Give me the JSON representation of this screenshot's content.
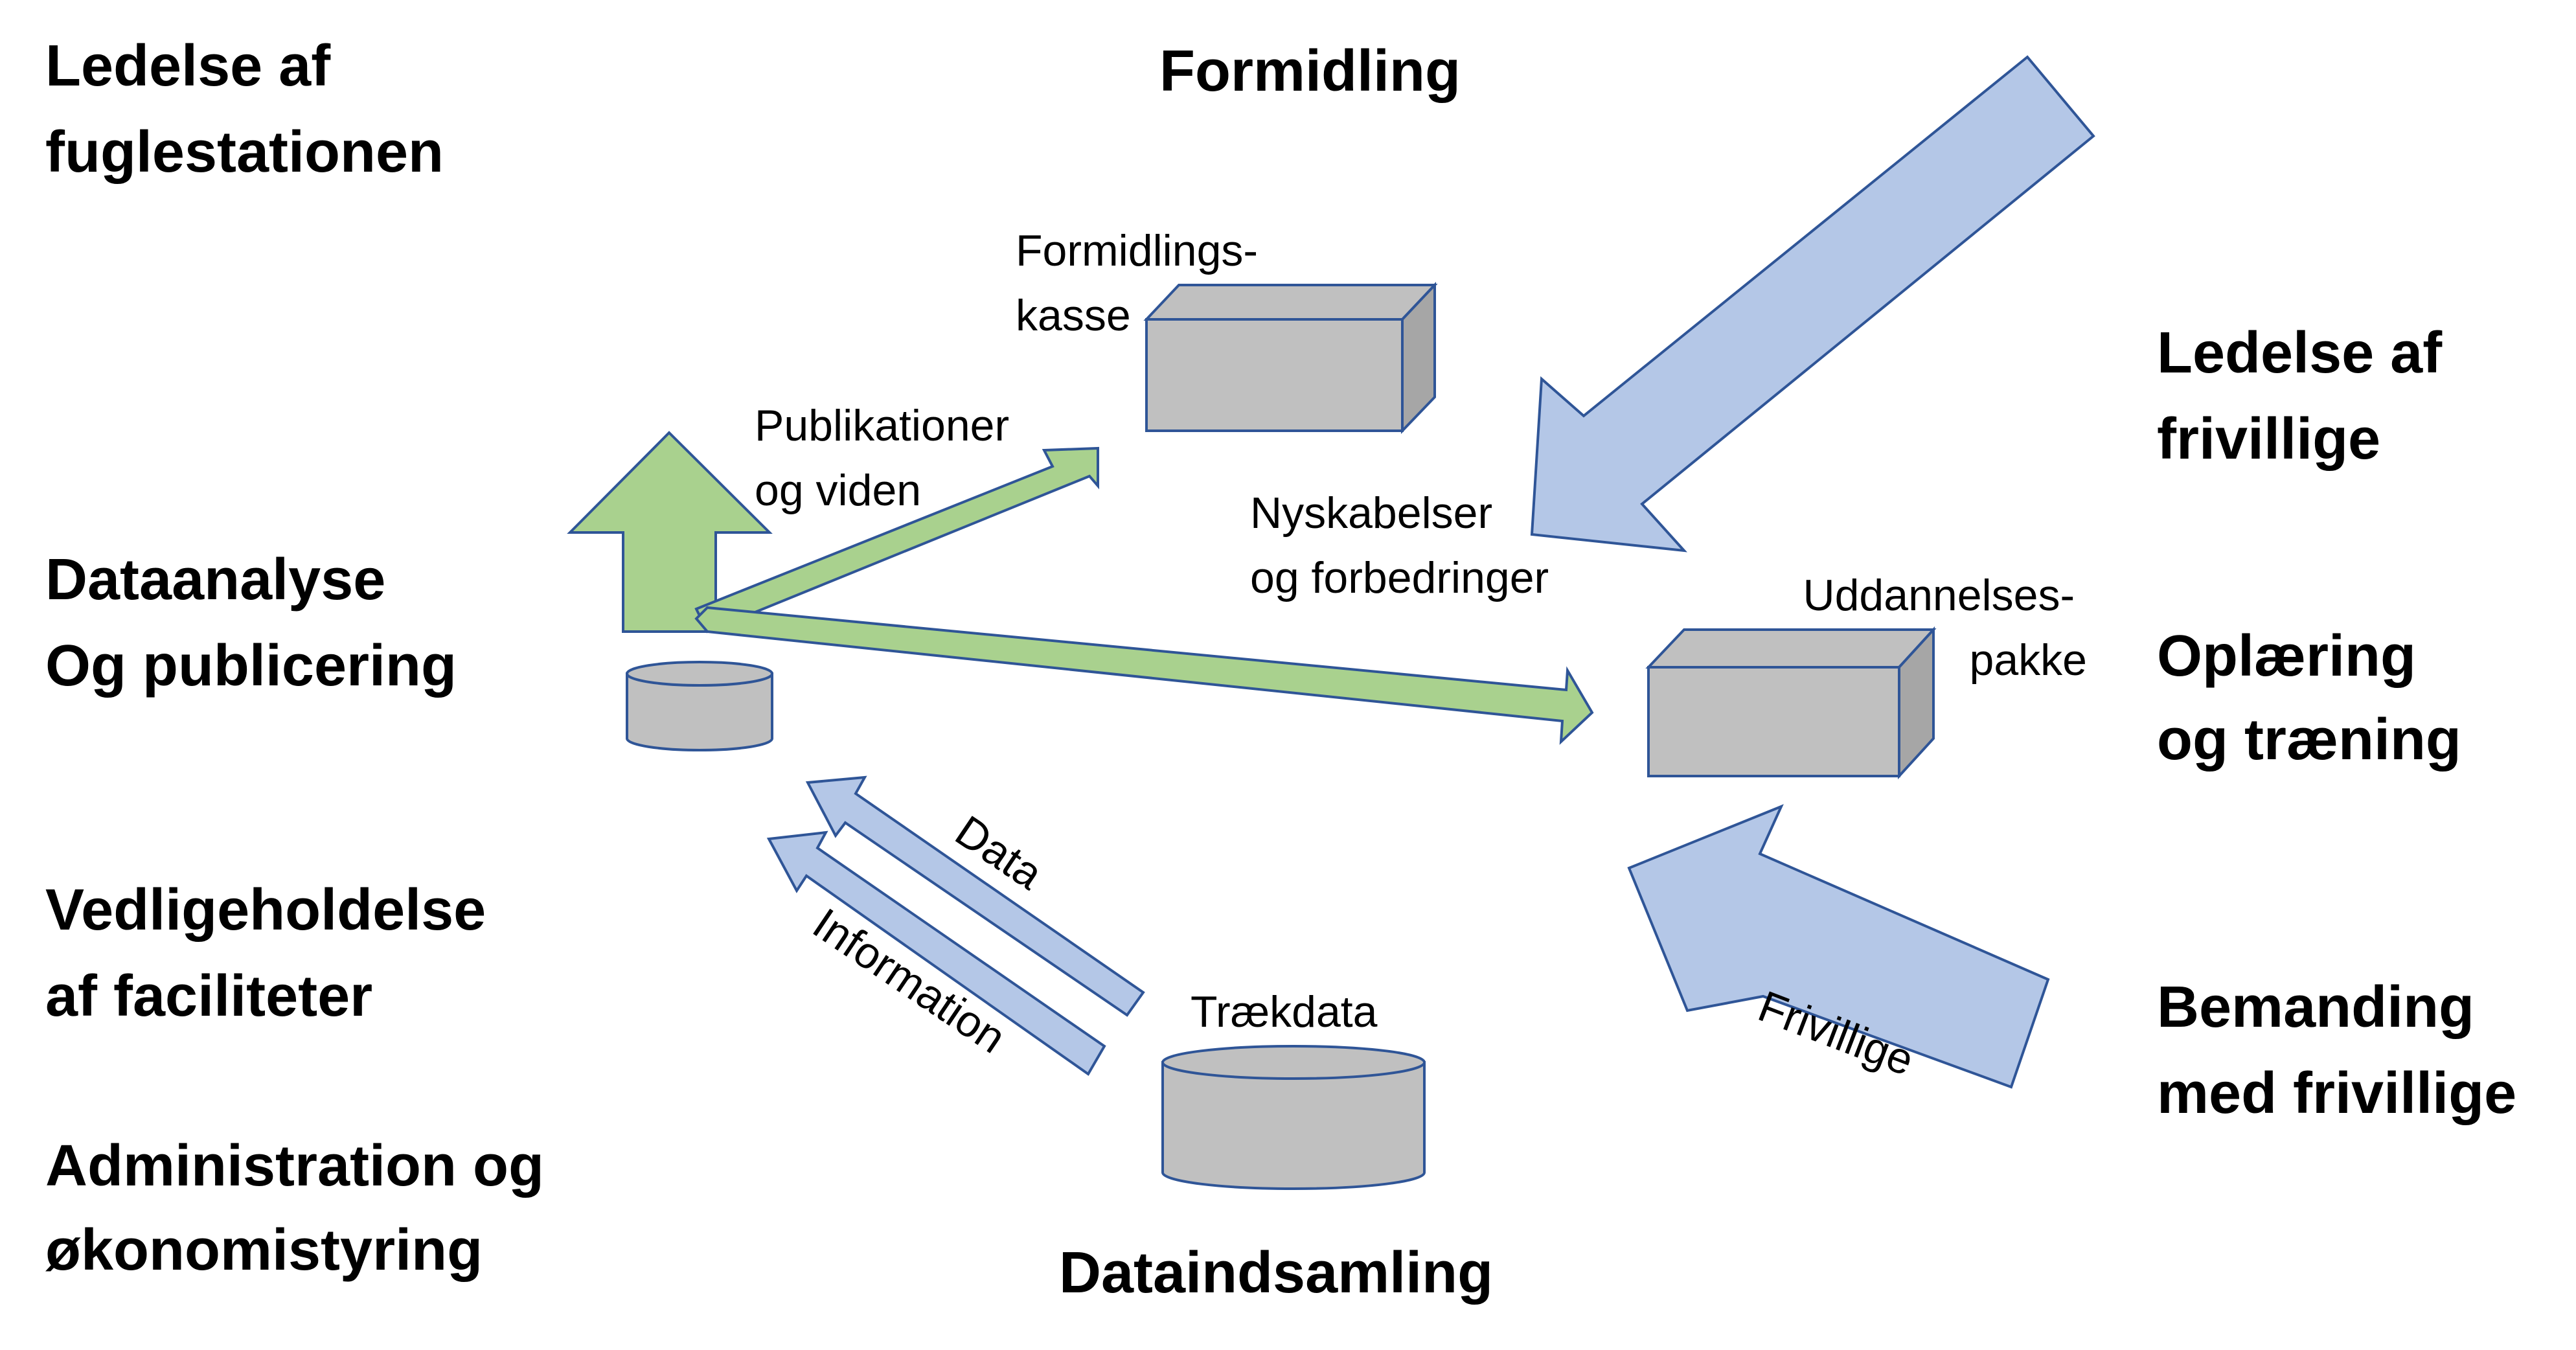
{
  "headings": {
    "management_station": [
      "Ledelse af",
      "fuglestationen"
    ],
    "dissemination": "Formidling",
    "volunteer_management": [
      "Ledelse af",
      "frivillige"
    ],
    "data_analysis": [
      "Dataanalyse",
      "Og publicering"
    ],
    "training": [
      "Oplæring",
      "og træning"
    ],
    "maintenance": [
      "Vedligeholdelse",
      "af faciliteter"
    ],
    "administration": [
      "Administration og",
      "økonomistyring"
    ],
    "staffing": [
      "Bemanding",
      "med frivillige"
    ],
    "data_collection": "Dataindsamling"
  },
  "labels": {
    "dissemination_box": [
      "Formidlings-",
      "kasse"
    ],
    "publications": [
      "Publikationer",
      "og viden"
    ],
    "innovations": [
      "Nyskabelser",
      "og forbedringer"
    ],
    "training_box": [
      "Uddannelses-",
      "pakke"
    ],
    "data": "Data",
    "information": "Information",
    "migration_data": "Trækdata",
    "volunteers": "Frivillige"
  },
  "colors": {
    "green_arrow": "#a9d18e",
    "blue_arrow": "#b4c7e7",
    "arrow_stroke": "#2f5597",
    "shape_fill": "#c0c0c0",
    "shape_fill_dark": "#a6a6a6",
    "shape_stroke": "#2f5597"
  }
}
